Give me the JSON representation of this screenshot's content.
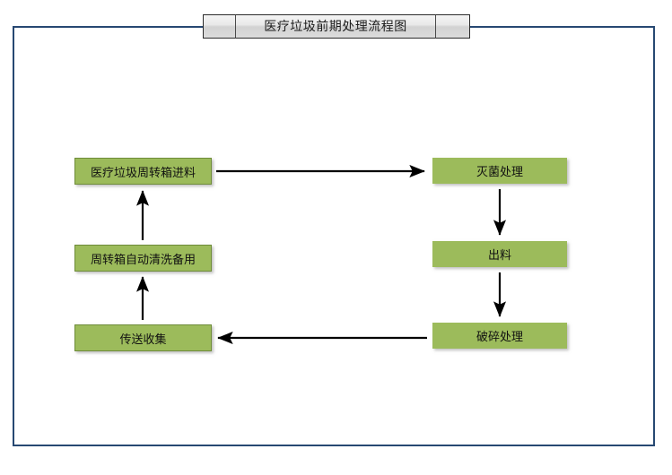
{
  "titlebar": {
    "title": "医疗垃圾前期处理流程图",
    "left_tab": "",
    "right_tab": ""
  },
  "colors": {
    "frame_border": "#274872",
    "node_fill": "#9CBB5B",
    "node_border": "#6F8C3A",
    "arrow": "#000000",
    "titlebar_bg": "#E5E5E5",
    "background": "#FFFFFF"
  },
  "diagram": {
    "type": "flowchart",
    "nodes": [
      {
        "id": "feed",
        "label": "医疗垃圾周转箱进料"
      },
      {
        "id": "sterilize",
        "label": "灭菌处理"
      },
      {
        "id": "discharge",
        "label": "出料"
      },
      {
        "id": "crush",
        "label": "破碎处理"
      },
      {
        "id": "convey",
        "label": "传送收集"
      },
      {
        "id": "wash",
        "label": "周转箱自动清洗备用"
      }
    ],
    "edges": [
      {
        "from": "feed",
        "to": "sterilize",
        "direction": "right"
      },
      {
        "from": "sterilize",
        "to": "discharge",
        "direction": "down"
      },
      {
        "from": "discharge",
        "to": "crush",
        "direction": "down"
      },
      {
        "from": "crush",
        "to": "convey",
        "direction": "left"
      },
      {
        "from": "convey",
        "to": "wash",
        "direction": "up"
      },
      {
        "from": "wash",
        "to": "feed",
        "direction": "up"
      }
    ]
  }
}
